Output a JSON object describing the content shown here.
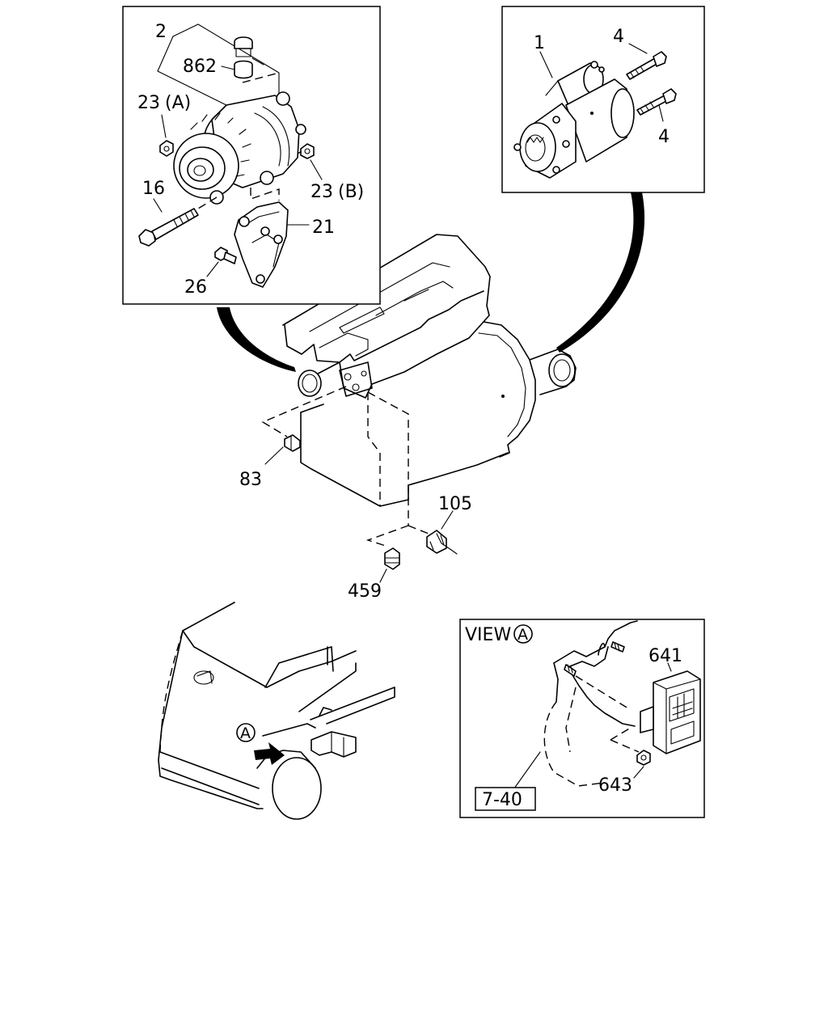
{
  "callouts": {
    "c2": "2",
    "c862": "862",
    "c23a": "23",
    "c23a_suffix": "(A)",
    "c16": "16",
    "c23b": "23",
    "c23b_suffix": "(B)",
    "c21": "21",
    "c26": "26",
    "c1": "1",
    "c4_top": "4",
    "c4_bottom": "4",
    "c83": "83",
    "c105": "105",
    "c459": "459",
    "c641": "641",
    "c643": "643"
  },
  "view_box": {
    "title": "VIEW",
    "view_marker": "A",
    "ref_page": "7-40"
  },
  "vehicle": {
    "view_marker": "A"
  }
}
